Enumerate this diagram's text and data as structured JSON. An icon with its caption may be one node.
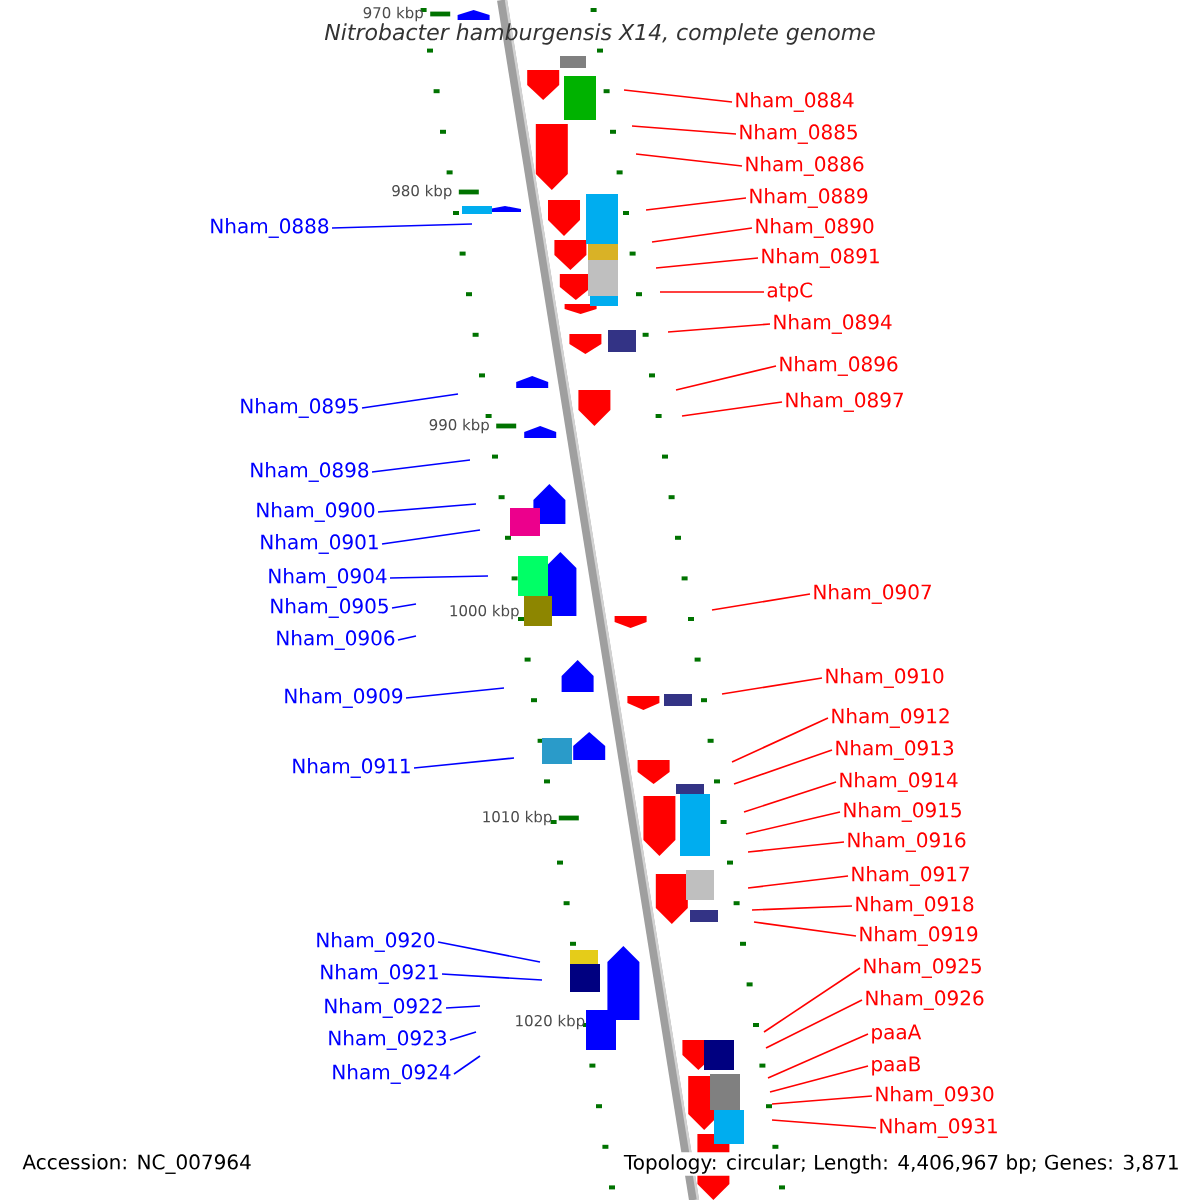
{
  "diagram": {
    "title": "Nitrobacter hamburgensis X14, complete genome",
    "nodes": [
      {
        "text": [
          "Nham_0884"
        ]
      },
      {
        "text": [
          "Nham_0885"
        ]
      },
      {
        "text": [
          "Nham_0886"
        ]
      },
      {
        "text": [
          "Nham_0889"
        ]
      },
      {
        "text": [
          "Nham_0890"
        ]
      },
      {
        "text": [
          "Nham_0891"
        ]
      },
      {
        "text": [
          "atpC"
        ]
      },
      {
        "text": [
          "Nham_0894"
        ]
      },
      {
        "text": [
          "Nham_0896"
        ]
      },
      {
        "text": [
          "Nham_0897"
        ]
      },
      {
        "text": [
          "Nham_0907"
        ]
      },
      {
        "text": [
          "Nham_0910"
        ]
      },
      {
        "text": [
          "Nham_0912"
        ]
      },
      {
        "text": [
          "Nham_0913"
        ]
      },
      {
        "text": [
          "Nham_0914"
        ]
      },
      {
        "text": [
          "Nham_0915"
        ]
      },
      {
        "text": [
          "Nham_0916"
        ]
      },
      {
        "text": [
          "Nham_0917"
        ]
      },
      {
        "text": [
          "Nham_0918"
        ]
      },
      {
        "text": [
          "Nham_0919"
        ]
      },
      {
        "text": [
          "Nham_0925"
        ]
      },
      {
        "text": [
          "Nham_0926"
        ]
      },
      {
        "text": [
          "paaA"
        ]
      },
      {
        "text": [
          "paaB"
        ]
      },
      {
        "text": [
          "Nham_0930"
        ]
      },
      {
        "text": [
          "Nham_0931"
        ]
      },
      {
        "text": [
          "Nham_0888"
        ]
      },
      {
        "text": [
          "Nham_0895"
        ]
      },
      {
        "text": [
          "Nham_0898"
        ]
      },
      {
        "text": [
          "Nham_0900"
        ]
      },
      {
        "text": [
          "Nham_0901"
        ]
      },
      {
        "text": [
          "Nham_0904"
        ]
      },
      {
        "text": [
          "Nham_0905"
        ]
      },
      {
        "text": [
          "Nham_0906"
        ]
      },
      {
        "text": [
          "Nham_0909"
        ]
      },
      {
        "text": [
          "Nham_0911"
        ]
      },
      {
        "text": [
          "Nham_0920"
        ]
      },
      {
        "text": [
          "Nham_0921"
        ]
      },
      {
        "text": [
          "Nham_0922"
        ]
      },
      {
        "text": [
          "Nham_0923"
        ]
      },
      {
        "text": [
          "Nham_0924"
        ]
      }
    ],
    "edges": [
      {
        "from": 0,
        "to": null,
        "arrow": "none"
      },
      {
        "from": 1,
        "to": null,
        "arrow": "none"
      },
      {
        "from": 2,
        "to": null,
        "arrow": "none"
      },
      {
        "from": 3,
        "to": null,
        "arrow": "none"
      },
      {
        "from": 4,
        "to": null,
        "arrow": "none"
      },
      {
        "from": 5,
        "to": null,
        "arrow": "none"
      },
      {
        "from": 6,
        "to": null,
        "arrow": "none"
      },
      {
        "from": 7,
        "to": null,
        "arrow": "none"
      },
      {
        "from": 8,
        "to": null,
        "arrow": "none"
      },
      {
        "from": 9,
        "to": null,
        "arrow": "none"
      },
      {
        "from": 10,
        "to": null,
        "arrow": "none"
      },
      {
        "from": 11,
        "to": null,
        "arrow": "none"
      },
      {
        "from": 12,
        "to": null,
        "arrow": "none"
      },
      {
        "from": 13,
        "to": null,
        "arrow": "none"
      },
      {
        "from": 14,
        "to": null,
        "arrow": "none"
      },
      {
        "from": 15,
        "to": null,
        "arrow": "none"
      },
      {
        "from": 16,
        "to": null,
        "arrow": "none"
      },
      {
        "from": 17,
        "to": null,
        "arrow": "none"
      },
      {
        "from": 18,
        "to": null,
        "arrow": "none"
      },
      {
        "from": 19,
        "to": null,
        "arrow": "none"
      },
      {
        "from": 20,
        "to": null,
        "arrow": "none"
      },
      {
        "from": 21,
        "to": null,
        "arrow": "none"
      },
      {
        "from": 22,
        "to": null,
        "arrow": "none"
      },
      {
        "from": 23,
        "to": null,
        "arrow": "none"
      },
      {
        "from": 24,
        "to": null,
        "arrow": "none"
      },
      {
        "from": 25,
        "to": null,
        "arrow": "none"
      },
      {
        "from": 26,
        "to": null,
        "arrow": "none",
        "color": "#0000ff"
      },
      {
        "from": 27,
        "to": null,
        "arrow": "none",
        "color": "#0000ff"
      },
      {
        "from": 28,
        "to": null,
        "arrow": "none",
        "color": "#0000ff"
      },
      {
        "from": 29,
        "to": null,
        "arrow": "none",
        "color": "#0000ff"
      },
      {
        "from": 30,
        "to": null,
        "arrow": "none",
        "color": "#0000ff"
      },
      {
        "from": 31,
        "to": null,
        "arrow": "none",
        "color": "#0000ff"
      },
      {
        "from": 32,
        "to": null,
        "arrow": "none",
        "color": "#0000ff"
      },
      {
        "from": 33,
        "to": null,
        "arrow": "none",
        "color": "#0000ff"
      },
      {
        "from": 34,
        "to": null,
        "arrow": "none",
        "color": "#0000ff"
      },
      {
        "from": 35,
        "to": null,
        "arrow": "none",
        "color": "#0000ff"
      },
      {
        "from": 36,
        "to": null,
        "arrow": "none",
        "color": "#0000ff"
      },
      {
        "from": 37,
        "to": null,
        "arrow": "none",
        "color": "#0000ff"
      },
      {
        "from": 38,
        "to": null,
        "arrow": "none",
        "color": "#0000ff"
      },
      {
        "from": 39,
        "to": null,
        "arrow": "none",
        "color": "#0000ff"
      },
      {
        "from": 40,
        "to": null,
        "arrow": "none",
        "color": "#0000ff"
      }
    ],
    "labels": [
      "970 kbp",
      "980 kbp",
      "990 kbp",
      "1000 kbp",
      "1010 kbp",
      "1020 kbp",
      "Accession: NC_007964",
      "Topology: circular; Length: 4,406,967 bp; Genes: 3,871"
    ]
  }
}
